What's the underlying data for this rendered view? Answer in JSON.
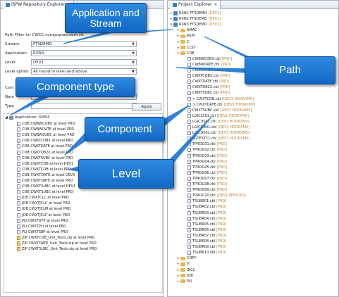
{
  "left_panel": {
    "tab_title": "ISPW Repository Explorer",
    "path_filter": "Path Filter for CWCC.compuware.com:16",
    "stream_label": "Stream:",
    "stream_value": "FTSDEMO",
    "application_label": "Application:",
    "application_value": "RXN3",
    "level_label": "Level:",
    "level_value": "DEV1",
    "level_option_label": "Level option:",
    "level_option_value": "All found in level and above",
    "component_label": "Com",
    "name_label": "Nam",
    "type_label": "Type",
    "apply_label": "Apply",
    "tree_root": "Application: RXN3",
    "items": [
      {
        "text": "COB CWBWCOBX at level PRD",
        "zip": false
      },
      {
        "text": "COB CWBWDATE at level PRD",
        "zip": false
      },
      {
        "text": "COB CWBWSUBC at level PRD",
        "zip": false
      },
      {
        "text": "COB CWKTCOBX at level PRD",
        "zip": false
      },
      {
        "text": "COB CWKTDATE at level PRD",
        "zip": false
      },
      {
        "text": "COB CWKTDB2X at level PRD",
        "zip": false
      },
      {
        "text": "COB CWKTSUBC at level PRD",
        "zip": false
      },
      {
        "text": "COB CWXTCOB at level DEV1",
        "zip": false
      },
      {
        "text": "COB CWXTCOB at level PRD",
        "zip": false
      },
      {
        "text": "COB CWXTDATE at level DEV1",
        "zip": false
      },
      {
        "text": "COB CWXTDATE at level PRD",
        "zip": false
      },
      {
        "text": "COB CWXTSUBC at level DEV1",
        "zip": false
      },
      {
        "text": "COB CWXTSUBC at level PRD",
        "zip": false
      },
      {
        "text": "JOB CWXTCLC at level PRD",
        "zip": false
      },
      {
        "text": "JOB CWXTJCLC at level PRD",
        "zip": false
      },
      {
        "text": "JOB CWXTJCLM at level PRD",
        "zip": false
      },
      {
        "text": "JOB CWXTJCLP at level PRD",
        "zip": false
      },
      {
        "text": "PLI CWXTDTP at level PRD",
        "zip": false
      },
      {
        "text": "PLI CWXTPLI at level PRD",
        "zip": false
      },
      {
        "text": "PLI CWXTSBP at level PRD",
        "zip": false
      },
      {
        "text": "ZIP CWXTCOB_Unit_Tests.zip at level PRD",
        "zip": true
      },
      {
        "text": "ZIP CWXTDATE_Unit_Tests.zip at level PRD",
        "zip": true
      },
      {
        "text": "ZIP CWXTSUBC_Unit_Tests.zip at level PRD",
        "zip": true
      }
    ]
  },
  "right_panel": {
    "tab_title": "Project Explorer",
    "nodes": [
      {
        "kind": "project",
        "caret": "▸",
        "name": "RXN1 FTSDEMO",
        "tag": "[DEV1]",
        "indent": 0
      },
      {
        "kind": "project",
        "caret": "▸",
        "name": "RXN2 FTSDEMO",
        "tag": "[DEV1]",
        "indent": 0
      },
      {
        "kind": "project",
        "caret": "▾",
        "name": "RXN3 FTSDEMO",
        "tag": "[DEV1]",
        "indent": 0
      },
      {
        "kind": "folder",
        "caret": "▸",
        "name": "AMAC",
        "tag": "",
        "indent": 1
      },
      {
        "kind": "folder",
        "caret": "▸",
        "name": "ASM",
        "tag": "",
        "indent": 1
      },
      {
        "kind": "folder",
        "caret": "▸",
        "name": "C",
        "tag": "",
        "indent": 1
      },
      {
        "kind": "folder",
        "caret": "▸",
        "name": "CLST",
        "tag": "",
        "indent": 1
      },
      {
        "kind": "folder",
        "caret": "▾",
        "name": "COB",
        "tag": "",
        "indent": 1
      },
      {
        "kind": "file",
        "caret": "",
        "name": "CWBWCOBX.cbl",
        "tag": "[PRD]",
        "indent": 2
      },
      {
        "kind": "file",
        "caret": "",
        "name": "CWBWDATE.cbl",
        "tag": "[PRD]",
        "indent": 2
      },
      {
        "kind": "file",
        "caret": "",
        "name": "CWBWSUBC.cbl",
        "tag": "[PRD]",
        "indent": 2
      },
      {
        "kind": "file",
        "caret": "",
        "name": "CWKTCOBX.cbl",
        "tag": "[PRD]",
        "indent": 2
      },
      {
        "kind": "file",
        "caret": "",
        "name": "CWKTDATE.cbl",
        "tag": "[PRD]",
        "indent": 2
      },
      {
        "kind": "file",
        "caret": "",
        "name": "CWKTDB2X.cbl",
        "tag": "[PRD]",
        "indent": 2
      },
      {
        "kind": "file",
        "caret": "",
        "name": "CWKTSUBC.cbl",
        "tag": "[PRD]",
        "indent": 2
      },
      {
        "kind": "file",
        "caret": "",
        "name": "> CWXTCOB.cbl",
        "tag": "[DEV1 HDDRXM0]",
        "indent": 2
      },
      {
        "kind": "file",
        "caret": "",
        "name": "> CWXTDATE.cbl",
        "tag": "[DEV1 HDDRXM0]",
        "indent": 2
      },
      {
        "kind": "file",
        "caret": "",
        "name": "CWXTSUBC.cbl",
        "tag": "[DEV1 HDDRXM0]",
        "indent": 2
      },
      {
        "kind": "file",
        "caret": "",
        "name": "LGICLS01.cbl",
        "tag": "[DEV1 HDDRXM0]",
        "indent": 2
      },
      {
        "kind": "file",
        "caret": "",
        "name": "LGICUS01.cbl",
        "tag": "[DEV1 HDDRXM0]",
        "indent": 2
      },
      {
        "kind": "file",
        "caret": "",
        "name": "LGICDB01.cbl",
        "tag": "[DEV1 HDDRXM0]",
        "indent": 2
      },
      {
        "kind": "file",
        "caret": "",
        "name": "LGICUS01.cbl",
        "tag": "[DEV1 HDDRXM0]",
        "indent": 2
      },
      {
        "kind": "file",
        "caret": "",
        "name": "LGTESTC1.cbl",
        "tag": "[DEV1 HDDRXM0]",
        "indent": 2
      },
      {
        "kind": "file",
        "caret": "",
        "name": "TPROG01.cbl",
        "tag": "[PRD]",
        "indent": 2
      },
      {
        "kind": "file",
        "caret": "",
        "name": "TPROG02.cbl",
        "tag": "[PRD]",
        "indent": 2
      },
      {
        "kind": "file",
        "caret": "",
        "name": "TPROG03.cbl",
        "tag": "[PRD]",
        "indent": 2
      },
      {
        "kind": "file",
        "caret": "",
        "name": "TPROG04.cbl",
        "tag": "[PRD]",
        "indent": 2
      },
      {
        "kind": "file",
        "caret": "",
        "name": "TPROG05.cbl",
        "tag": "[PRD]",
        "indent": 2
      },
      {
        "kind": "file",
        "caret": "",
        "name": "TPROG06.cbl",
        "tag": "[PRD]",
        "indent": 2
      },
      {
        "kind": "file",
        "caret": "",
        "name": "TPROG07.cbl",
        "tag": "[PRD]",
        "indent": 2
      },
      {
        "kind": "file",
        "caret": "",
        "name": "TPROG08.cbl",
        "tag": "[PRD]",
        "indent": 2
      },
      {
        "kind": "file",
        "caret": "",
        "name": "TPROG09.cbl",
        "tag": "[PRD]",
        "indent": 2
      },
      {
        "kind": "file",
        "caret": "",
        "name": "TPROG10.cbl",
        "tag": "[DEV1 PFHDIXO]",
        "indent": 2
      },
      {
        "kind": "file",
        "caret": "",
        "name": "TSUBR01.cbl",
        "tag": "[PRD]",
        "indent": 2
      },
      {
        "kind": "file",
        "caret": "",
        "name": "TSUBR02.cbl",
        "tag": "[PRD]",
        "indent": 2
      },
      {
        "kind": "file",
        "caret": "",
        "name": "TSUBR03.cbl",
        "tag": "[PRD]",
        "indent": 2
      },
      {
        "kind": "file",
        "caret": "",
        "name": "TSUBR04.cbl",
        "tag": "[PRD]",
        "indent": 2
      },
      {
        "kind": "file",
        "caret": "",
        "name": "TSUBR05.cbl",
        "tag": "[PRD]",
        "indent": 2
      },
      {
        "kind": "file",
        "caret": "",
        "name": "TSUBR06.cbl",
        "tag": "[PRD]",
        "indent": 2
      },
      {
        "kind": "file",
        "caret": "",
        "name": "TSUBR07.cbl",
        "tag": "[PRD]",
        "indent": 2
      },
      {
        "kind": "file",
        "caret": "",
        "name": "TSUBR08.cbl",
        "tag": "[PRD]",
        "indent": 2
      },
      {
        "kind": "file",
        "caret": "",
        "name": "TSUBR09.cbl",
        "tag": "[PRD]",
        "indent": 2
      },
      {
        "kind": "file",
        "caret": "",
        "name": "TSUBR10.cbl",
        "tag": "[PRD]",
        "indent": 2
      },
      {
        "kind": "folder",
        "caret": "▸",
        "name": "COPY",
        "tag": "",
        "indent": 1
      },
      {
        "kind": "folder",
        "caret": "▸",
        "name": "H",
        "tag": "",
        "indent": 1
      },
      {
        "kind": "folder",
        "caret": "▸",
        "name": "INCL",
        "tag": "",
        "indent": 1
      },
      {
        "kind": "folder",
        "caret": "▸",
        "name": "JOB",
        "tag": "",
        "indent": 1
      },
      {
        "kind": "folder",
        "caret": "▸",
        "name": "PLI",
        "tag": "",
        "indent": 1
      }
    ]
  },
  "callouts": {
    "app_stream": "Application and Stream",
    "component_type": "Component type",
    "component": "Component",
    "level": "Level",
    "path": "Path"
  },
  "colors": {
    "callout_blue": "#1a74d4",
    "tag_brown": "#b5843a",
    "folder_yellow": "#e7b84a"
  }
}
